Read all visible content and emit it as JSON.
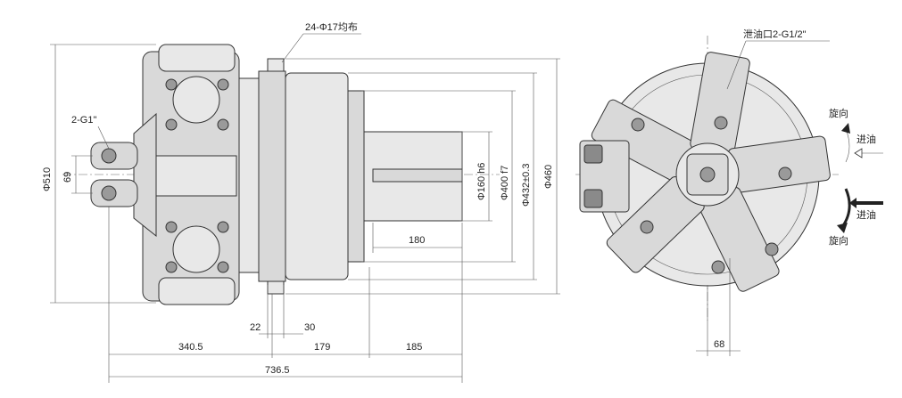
{
  "side_view": {
    "dims": {
      "phi510": "Φ510",
      "d69": "69",
      "g1": "2-G1\"",
      "bolts": "24-Φ17均布",
      "phi160": "Φ160 h6",
      "phi400": "Φ400 f7",
      "phi432": "Φ432±0.3",
      "phi460": "Φ460",
      "d180": "180",
      "d22": "22",
      "d30": "30",
      "d340": "340.5",
      "d179": "179",
      "d185": "185",
      "d736": "736.5"
    }
  },
  "front_view": {
    "labels": {
      "drain": "泄油口2-G1/2\"",
      "rot_top": "旋向",
      "inlet_top": "进油",
      "inlet_bottom": "进油",
      "rot_bottom": "旋向",
      "d68": "68"
    }
  }
}
